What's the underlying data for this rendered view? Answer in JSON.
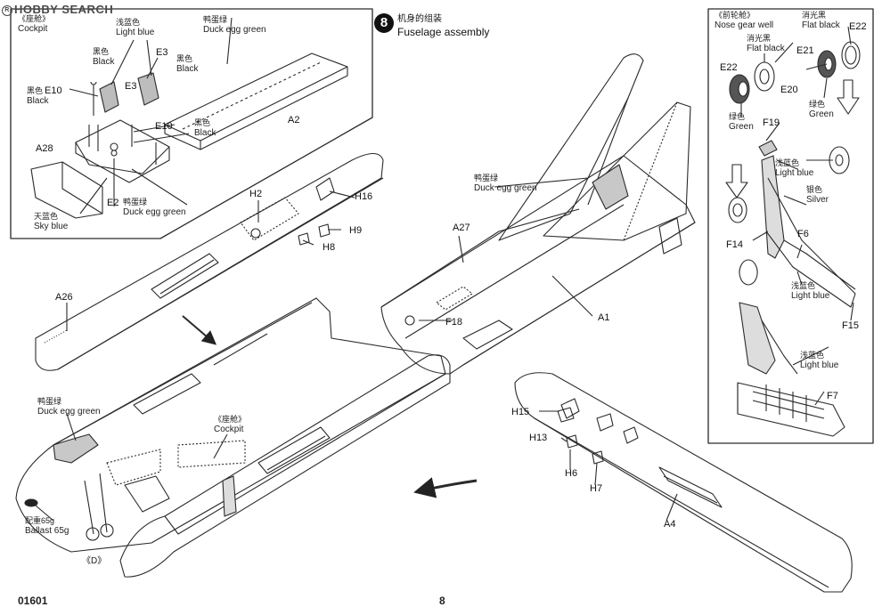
{
  "watermark": {
    "text": "HOBBY SEARCH"
  },
  "step": {
    "number": "8",
    "title_cn": "机身的组装",
    "title_en": "Fuselage assembly"
  },
  "footer": {
    "code": "01601",
    "page": "8"
  },
  "inset_cockpit": {
    "heading_cn": "《座舱》",
    "heading_en": "Cockpit",
    "labels": {
      "light_blue": {
        "cn": "浅蓝色",
        "en": "Light blue"
      },
      "duck_egg_green": {
        "cn": "鸭蛋绿",
        "en": "Duck egg green"
      },
      "black1": {
        "cn": "黑色",
        "en": "Black"
      },
      "black2": {
        "cn": "黑色",
        "en": "Black"
      },
      "black3": {
        "cn": "黑色",
        "en": "Black"
      },
      "black4": {
        "cn": "黑色",
        "en": "Black"
      },
      "duck_egg_green2": {
        "cn": "鸭蛋绿",
        "en": "Duck egg green"
      },
      "sky_blue": {
        "cn": "天蓝色",
        "en": "Sky blue"
      }
    },
    "parts": {
      "e3a": "E3",
      "e3b": "E3",
      "e10a": "E10",
      "e10b": "E10",
      "a2": "A2",
      "a28": "A28",
      "e2": "E2"
    }
  },
  "inset_nose_gear": {
    "heading_cn": "《前轮舱》",
    "heading_en": "Nose gear well",
    "labels": {
      "flat_black1": {
        "cn": "消光黑",
        "en": "Flat black"
      },
      "flat_black2": {
        "cn": "消光黑",
        "en": "Flat black"
      },
      "green1": {
        "cn": "绿色",
        "en": "Green"
      },
      "green2": {
        "cn": "绿色",
        "en": "Green"
      },
      "light_blue1": {
        "cn": "浅蓝色",
        "en": "Light blue"
      },
      "silver": {
        "cn": "银色",
        "en": "Silver"
      },
      "light_blue2": {
        "cn": "浅蓝色",
        "en": "Light blue"
      },
      "light_blue3": {
        "cn": "浅蓝色",
        "en": "Light blue"
      }
    },
    "parts": {
      "e22a": "E22",
      "e22b": "E22",
      "e21": "E21",
      "e20": "E20",
      "f19": "F19",
      "f14": "F14",
      "f6": "F6",
      "f15": "F15",
      "f7": "F7"
    }
  },
  "main": {
    "labels": {
      "duck_egg_green_fin": {
        "cn": "鸭蛋绿",
        "en": "Duck egg green"
      },
      "duck_egg_green_nose": {
        "cn": "鸭蛋绿",
        "en": "Duck egg green"
      },
      "cockpit": {
        "cn": "《座舱》",
        "en": "Cockpit"
      },
      "ballast": {
        "cn": "配重65g",
        "en": "Ballast 65g"
      },
      "d_ref": "《D》"
    },
    "parts": {
      "h2": "H2",
      "h16": "H16",
      "h9": "H9",
      "h8": "H8",
      "a26": "A26",
      "a27": "A27",
      "f18": "F18",
      "a1": "A1",
      "h15": "H15",
      "h13": "H13",
      "h6": "H6",
      "h7": "H7",
      "a4": "A4"
    }
  }
}
